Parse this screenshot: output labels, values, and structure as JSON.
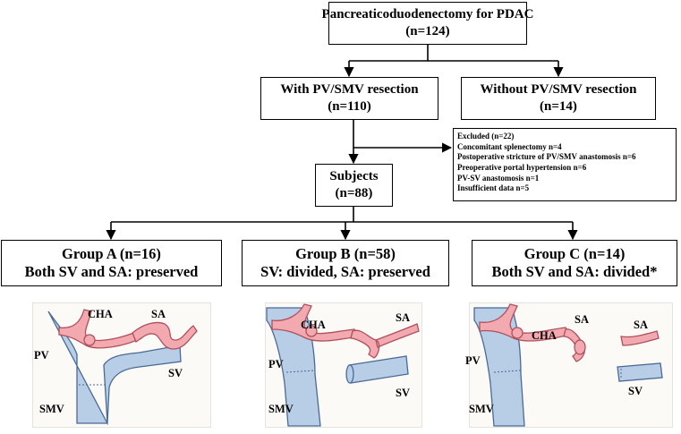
{
  "top_box": {
    "line1": "Pancreaticoduodenectomy for PDAC",
    "line2": "(n=124)"
  },
  "with_box": {
    "line1": "With PV/SMV resection",
    "line2": "(n=110)"
  },
  "without_box": {
    "line1": "Without PV/SMV resection",
    "line2": "(n=14)"
  },
  "subjects_box": {
    "line1": "Subjects",
    "line2": "(n=88)"
  },
  "excluded_box": {
    "lines": [
      "Excluded (n=22)",
      "Concomitant splenectomy n=4",
      "Postoperative stricture of PV/SMV anastomosis  n=6",
      "Preoperative portal hypertension n=6",
      "PV-SV anastomosis n=1",
      "Insufficient data  n=5"
    ]
  },
  "groups": [
    {
      "title": "Group A (n=16)",
      "subtitle": "Both SV and SA: preserved"
    },
    {
      "title": "Group B (n=58)",
      "subtitle": "SV: divided, SA: preserved"
    },
    {
      "title": "Group C (n=14)",
      "subtitle": "Both SV and SA: divided*"
    }
  ],
  "illustration_labels": {
    "a": {
      "cha": "CHA",
      "sa": "SA",
      "pv": "PV",
      "sv": "SV",
      "smv": "SMV"
    },
    "b": {
      "cha": "CHA",
      "sa": "SA",
      "pv": "PV",
      "sv": "SV",
      "smv": "SMV"
    },
    "c": {
      "sa1": "SA",
      "cha": "CHA",
      "sa2": "SA",
      "pv": "PV",
      "sv": "SV",
      "smv": "SMV"
    }
  },
  "colors": {
    "vein": "#b8cde6",
    "vein_stroke": "#4a6a96",
    "artery": "#f2a9b0",
    "artery_stroke": "#b0505c"
  }
}
